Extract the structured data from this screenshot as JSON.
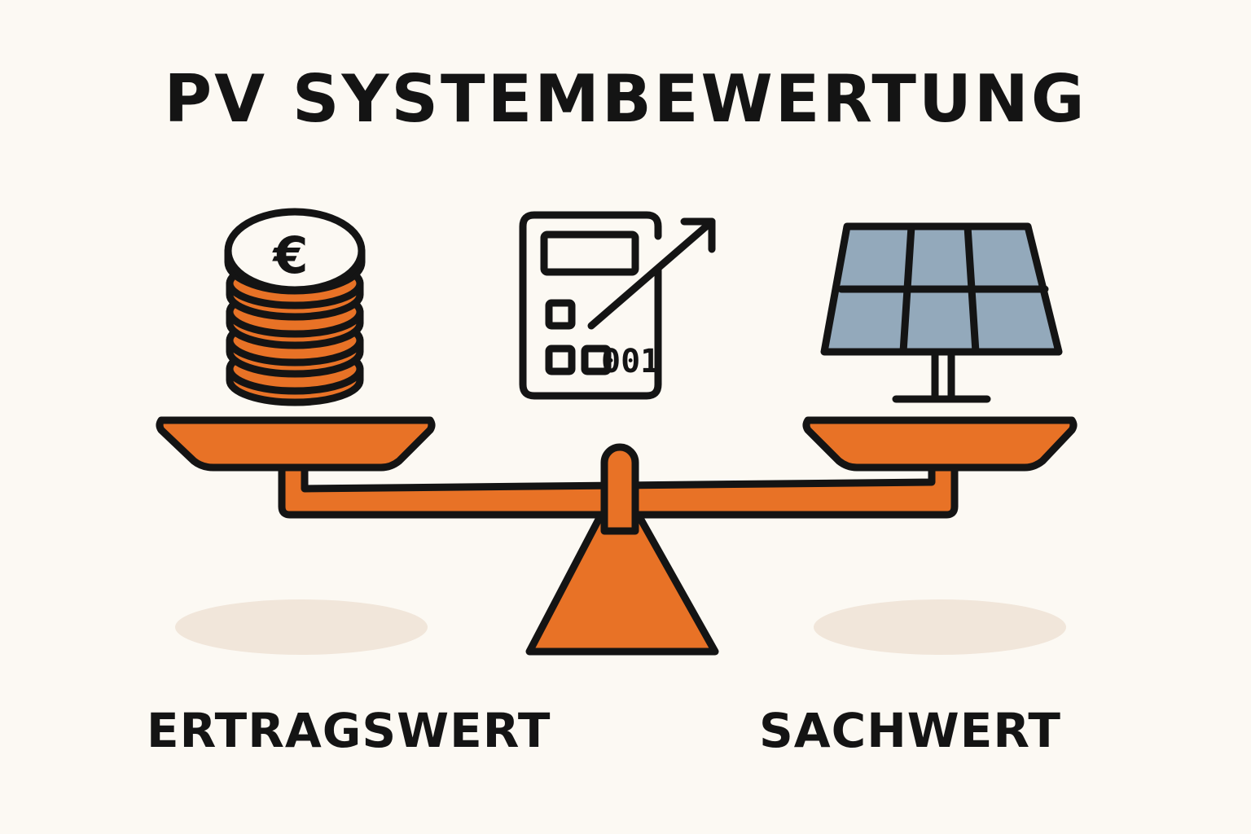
{
  "title": "PV SYSTEMBEWERTUNG",
  "left_label": "ERTRAGSWERT",
  "right_label": "SACHWERT",
  "currency_symbol": "€",
  "calculator_display": "001",
  "icons": {
    "left": "euro-coin-stack-icon",
    "center": "calculator-growth-icon",
    "right": "solar-panel-icon",
    "balance": "balance-scale-icon"
  },
  "colors": {
    "background": "#fcf9f3",
    "accent": "#e87226",
    "outline": "#141414",
    "panel": "#93a9bb",
    "shadow": "#f1e6da"
  }
}
